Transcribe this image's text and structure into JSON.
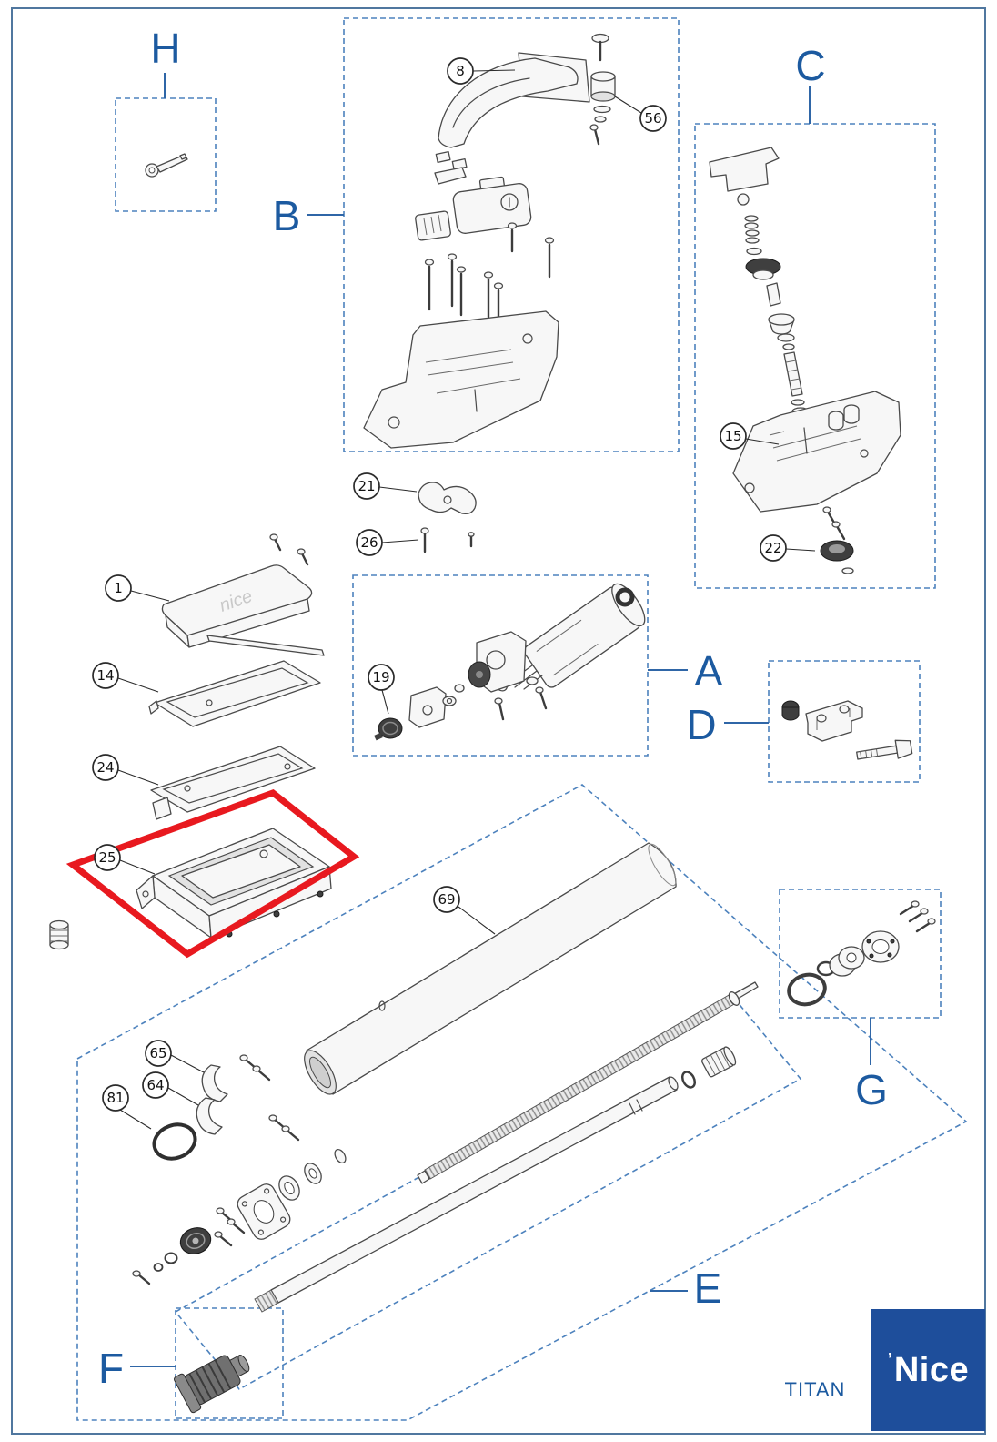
{
  "groups": {
    "a": {
      "label": "A"
    },
    "b": {
      "label": "B"
    },
    "c": {
      "label": "C"
    },
    "d": {
      "label": "D"
    },
    "e": {
      "label": "E"
    },
    "f": {
      "label": "F"
    },
    "g": {
      "label": "G"
    },
    "h": {
      "label": "H"
    }
  },
  "part_numbers": {
    "n1": "1",
    "n8": "8",
    "n14": "14",
    "n15": "15",
    "n19": "19",
    "n21": "21",
    "n22": "22",
    "n24": "24",
    "n25": "25",
    "n26": "26",
    "n56": "56",
    "n64": "64",
    "n65": "65",
    "n69": "69",
    "n81": "81"
  },
  "parts": {
    "lid_text": "nice"
  },
  "footer": {
    "model": "TITAN",
    "brand": "Nice",
    "brand_mark": "’"
  },
  "colors": {
    "label_blue": "#1c5aa0",
    "dashed_box_blue": "#4d82bd",
    "highlight_red": "#e8191f",
    "logo_blue": "#1e4e9b"
  }
}
